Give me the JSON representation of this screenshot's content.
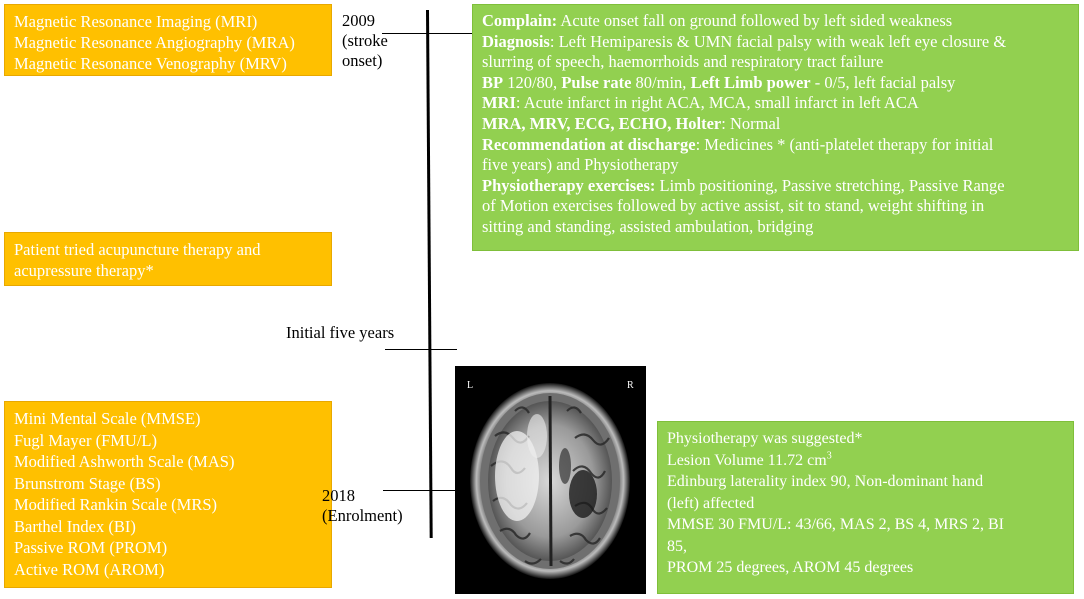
{
  "top_left_box": {
    "items": [
      "Magnetic Resonance Imaging (MRI)",
      "Magnetic Resonance Angiography (MRA)",
      "Magnetic Resonance Venography (MRV)"
    ]
  },
  "mid_left_box": {
    "lines": [
      "Patient tried acupuncture therapy and",
      "acupressure therapy*"
    ]
  },
  "bottom_left_box": {
    "items": [
      "Mini Mental Scale (MMSE)",
      "Fugl Mayer (FMU/L)",
      "Modified Ashworth Scale (MAS)",
      "Brunstrom Stage (BS)",
      "Modified Rankin Scale (MRS)",
      "Barthel Index (BI)",
      "Passive ROM (PROM)",
      "Active ROM (AROM)"
    ]
  },
  "timeline": {
    "start_year": "2009",
    "start_note_1": "(stroke",
    "start_note_2": "onset)",
    "middle_label": "Initial five years",
    "end_year": "2018",
    "end_note": "(Enrolment)"
  },
  "top_right_box": {
    "complain_label": "Complain:",
    "complain_text": " Acute onset fall on ground followed by left sided weakness",
    "diagnosis_label": "Diagnosis",
    "diagnosis_line1": ": Left Hemiparesis & UMN facial palsy with weak left eye closure &",
    "diagnosis_line2": "slurring of speech, haemorrhoids and respiratory tract failure",
    "bp_label": "BP",
    "bp_text": " 120/80, ",
    "pulse_label": "Pulse rate",
    "pulse_text": " 80/min, ",
    "limb_label": "Left Limb power",
    "limb_text": " - 0/5, left facial palsy",
    "mri_label": "MRI",
    "mri_text": ": Acute infarct in right ACA, MCA, small infarct in left ACA",
    "tests_label": "MRA, MRV, ECG, ECHO, Holter",
    "tests_text": ": Normal",
    "rec_label": "Recommendation at discharge",
    "rec_line1": ": Medicines * (anti-platelet therapy for initial",
    "rec_line2": "five years) and Physiotherapy",
    "physio_label": "Physiotherapy exercises:",
    "physio_line1": " Limb positioning, Passive stretching, Passive Range",
    "physio_line2": "of Motion exercises followed by active assist, sit to stand, weight shifting in",
    "physio_line3": "sitting and standing, assisted ambulation, bridging"
  },
  "bottom_right_box": {
    "line1": "Physiotherapy  was suggested*",
    "line2_text": "Lesion Volume 11.72 cm",
    "line2_sup": "3",
    "line3": "Edinburg laterality index 90, Non-dominant hand",
    "line4": "(left) affected",
    "line5": "MMSE 30 FMU/L: 43/66, MAS 2, BS 4, MRS 2, BI",
    "line6": "85,",
    "line7": "PROM 25 degrees, AROM 45 degrees"
  },
  "mri_image": {
    "left_marker": "L",
    "right_marker": "R"
  }
}
